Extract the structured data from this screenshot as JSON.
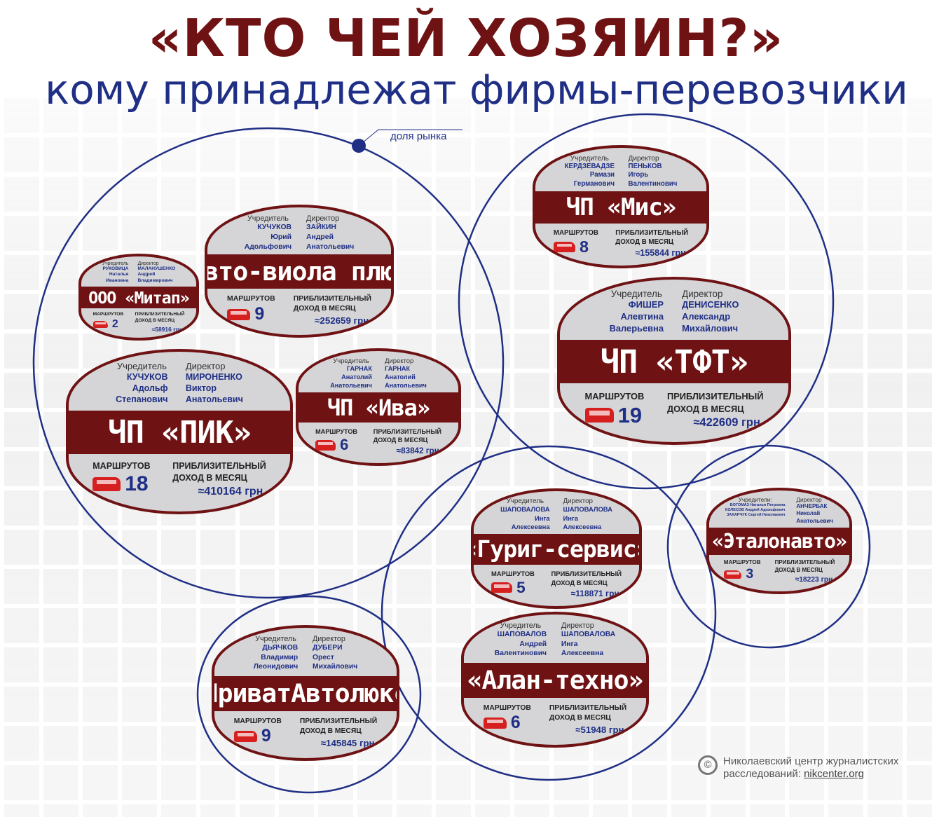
{
  "title": "«КТО ЧЕЙ ХОЗЯИН?»",
  "subtitle": "кому принадлежат фирмы-перевозчики",
  "market_share_label": "доля рынка",
  "labels": {
    "founder": "Учредитель",
    "founders": "Учредители:",
    "director": "Директор",
    "routes": "МАРШРУТОВ",
    "income1": "ПРИБЛИЗИТЕЛЬНЫЙ",
    "income2": "ДОХОД В МЕСЯЦ"
  },
  "colors": {
    "maroon": "#6f1214",
    "blue": "#1f2f85",
    "grey": "#d5d5d7"
  },
  "companies": [
    {
      "name": "ООО «Митап»",
      "founder": [
        "РУКОВИЦА",
        "Наталья",
        "Ивановна"
      ],
      "director": [
        "МАЛАНУШЕНКО",
        "Андрей",
        "Владимирович"
      ],
      "routes": "2",
      "income": "≈58916 грн."
    },
    {
      "name": "«Авто-виола плюс»",
      "founder": [
        "КУЧУКОВ",
        "Юрий",
        "Адольфович"
      ],
      "director": [
        "ЗАЙКИН",
        "Андрей",
        "Анатольевич"
      ],
      "routes": "9",
      "income": "≈252659 грн."
    },
    {
      "name": "ЧП «ПИК»",
      "founder": [
        "КУЧУКОВ",
        "Адольф",
        "Степанович"
      ],
      "director": [
        "МИРОНЕНКО",
        "Виктор",
        "Анатольевич"
      ],
      "routes": "18",
      "income": "≈410164 грн."
    },
    {
      "name": "ЧП «Ива»",
      "founder": [
        "ГАРНАК",
        "Анатолий",
        "Анатольевич"
      ],
      "director": [
        "ГАРНАК",
        "Анатолий",
        "Анатольевич"
      ],
      "routes": "6",
      "income": "≈83842 грн."
    },
    {
      "name": "ЧП «Мис»",
      "founder": [
        "КЕРДЗЕВАДЗЕ",
        "Рамази",
        "Германович"
      ],
      "director": [
        "ПЕНЬКОВ",
        "Игорь",
        "Валентинович"
      ],
      "routes": "8",
      "income": "≈155844 грн."
    },
    {
      "name": "ЧП «ТФТ»",
      "founder": [
        "ФИШЕР",
        "Алевтина",
        "Валерьевна"
      ],
      "director": [
        "ДЕНИСЕНКО",
        "Александр",
        "Михайлович"
      ],
      "routes": "19",
      "income": "≈422609 грн."
    },
    {
      "name": "«Гуриг-сервис»",
      "founder": [
        "ШАПОВАЛОВА",
        "Инга",
        "Алексеевна"
      ],
      "director": [
        "ШАПОВАЛОВА",
        "Инга",
        "Алексеевна"
      ],
      "routes": "5",
      "income": "≈118871 грн."
    },
    {
      "name": "«Алан-техно»",
      "founder": [
        "ШАПОВАЛОВ",
        "Андрей",
        "Валентинович"
      ],
      "director": [
        "ШАПОВАЛОВА",
        "Инга",
        "Алексеевна"
      ],
      "routes": "6",
      "income": "≈51948 грн."
    },
    {
      "name": "«ПриватАвтолюкс»",
      "founder": [
        "ДЬЯЧКОВ",
        "Владимир",
        "Леонидович"
      ],
      "director": [
        "ДУБЕРИ",
        "Орест",
        "Михайлович"
      ],
      "routes": "9",
      "income": "≈145845 грн."
    },
    {
      "name": "«Эталонавто»",
      "founders": true,
      "founder": [
        "БОГОМАЗ Наталья Петровна",
        "КОЛЕСОВ Андрей Адольфович",
        "ЗАХАРЧУК Сергей Николаевич"
      ],
      "director": [
        "АНЧЕРБАК",
        "Николай",
        "Анатольевич"
      ],
      "routes": "3",
      "income": "≈18223 грн."
    }
  ],
  "footer": {
    "org": "Николаевский центр журналистских",
    "org2": "расследований: ",
    "link": "nikcenter.org",
    "copyright": "©"
  }
}
